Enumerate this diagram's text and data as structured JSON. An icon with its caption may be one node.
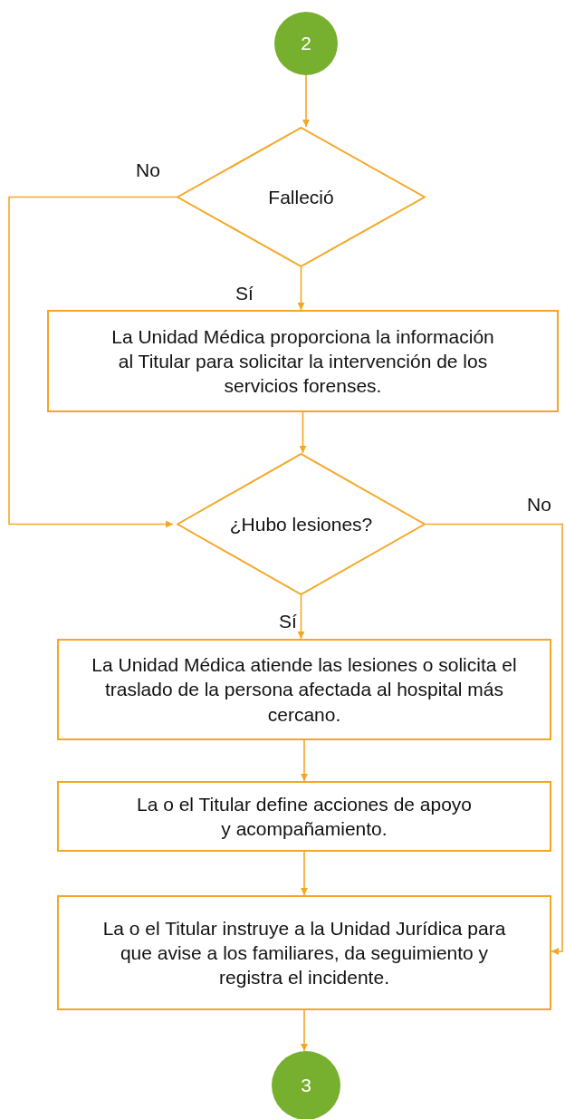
{
  "diagram": {
    "nodes": [
      {
        "text": [
          "2"
        ]
      },
      {
        "text": [
          "Falleció"
        ]
      },
      {
        "text": [
          "La Unidad Médica proporciona la información al Titular para solicitar la intervención de los servicios forenses."
        ]
      },
      {
        "text": [
          "¿Hubo lesiones?"
        ]
      },
      {
        "text": [
          "La Unidad Médica atiende las lesiones o solicita el traslado de la persona afectada al hospital más cercano."
        ]
      },
      {
        "text": [
          "La o el Titular define acciones de apoyo y acompañamiento."
        ]
      },
      {
        "text": [
          "La o el Titular instruye a la Unidad Jurídica para que avise a los familiares, da seguimiento y registra el incidente."
        ]
      },
      {
        "text": [
          "3"
        ]
      }
    ],
    "edges": [
      {
        "from": 0,
        "to": 1,
        "arrow": "to"
      },
      {
        "from": 1,
        "to": 2,
        "arrow": "to",
        "label": "Sí"
      },
      {
        "from": 1,
        "to": 3,
        "arrow": "to",
        "label": "No"
      },
      {
        "from": 2,
        "to": 3,
        "arrow": "to"
      },
      {
        "from": 3,
        "to": 4,
        "arrow": "to",
        "label": "Sí"
      },
      {
        "from": 3,
        "to": 6,
        "arrow": "to",
        "label": "No"
      },
      {
        "from": 4,
        "to": 5,
        "arrow": "to"
      },
      {
        "from": 5,
        "to": 6,
        "arrow": "to"
      },
      {
        "from": 6,
        "to": 7,
        "arrow": "to"
      }
    ]
  }
}
